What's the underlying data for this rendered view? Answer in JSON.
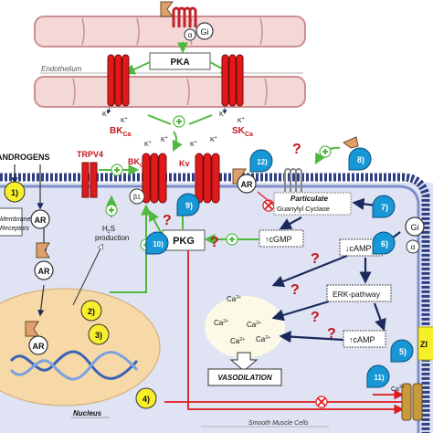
{
  "labels": {
    "endothelium": "Endothelium",
    "pka": "PKA",
    "gi": "Gi",
    "alpha": "α",
    "bkca_main": "BK",
    "bkca_sub": "Ca",
    "skca_main": "SK",
    "skca_sub": "Ca",
    "k_plus": "K",
    "androgens": "ANDROGENS",
    "trpv4": "TRPV4",
    "kv": "Kv",
    "beta1": "β1",
    "ar": "AR",
    "membrane": "Membrane",
    "receptors": "Receptors",
    "particulate": "Particulate",
    "guanylyl_cyclase": "Guanylyl  Cyclase",
    "h2s": "H",
    "h2s_sub": "2",
    "h2s_tail": "S",
    "production": "production",
    "pkg": "PKG",
    "cgmp": "↑cGMP",
    "camp_down": "↓cAMP",
    "camp_up": "↑cAMP",
    "erk": "ERK-pathway",
    "ca": "Ca",
    "ca_sup": "2+",
    "vasodilation": "VASODILATION",
    "nucleus": "Nucleus",
    "smooth_muscle": "Smooth Muscle Cells",
    "zi": "ZI",
    "question": "?"
  },
  "steps": [
    "1)",
    "2)",
    "3)",
    "4)",
    "5)",
    "6)",
    "7)",
    "8)",
    "9)",
    "10)",
    "11)",
    "12)"
  ],
  "colors": {
    "cell_fill": "#dfe3f3",
    "endo_fill": "#f4d7d7",
    "endo_stroke": "#cc8f8f",
    "membrane": "#2f3f83",
    "channel": "#e0191b",
    "receptor_blue": "#1797d6",
    "yellow": "#f7ef2a",
    "green": "#4fb83f",
    "question": "#c4161c",
    "dark_blue": "#1b2a5c",
    "agonist": "#e0a06b"
  }
}
